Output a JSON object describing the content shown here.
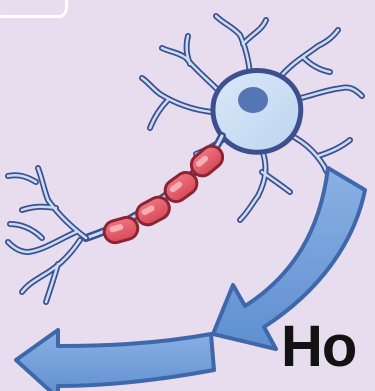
{
  "caption": "Ho",
  "colors": {
    "background": "#e7ddee",
    "neuron_fill": "#c9def4",
    "neuron_outline": "#3d4f8f",
    "nucleus": "#4e6fb0",
    "myelin": "#e65a66",
    "myelin_highlight": "#f7c1c6",
    "arrow_fill": "#6a98d6",
    "arrow_outline": "#3f68ab",
    "caption_text": "#121212"
  },
  "icons": {
    "neuron": "neuron-illustration",
    "arrows": "curved-arrow"
  }
}
